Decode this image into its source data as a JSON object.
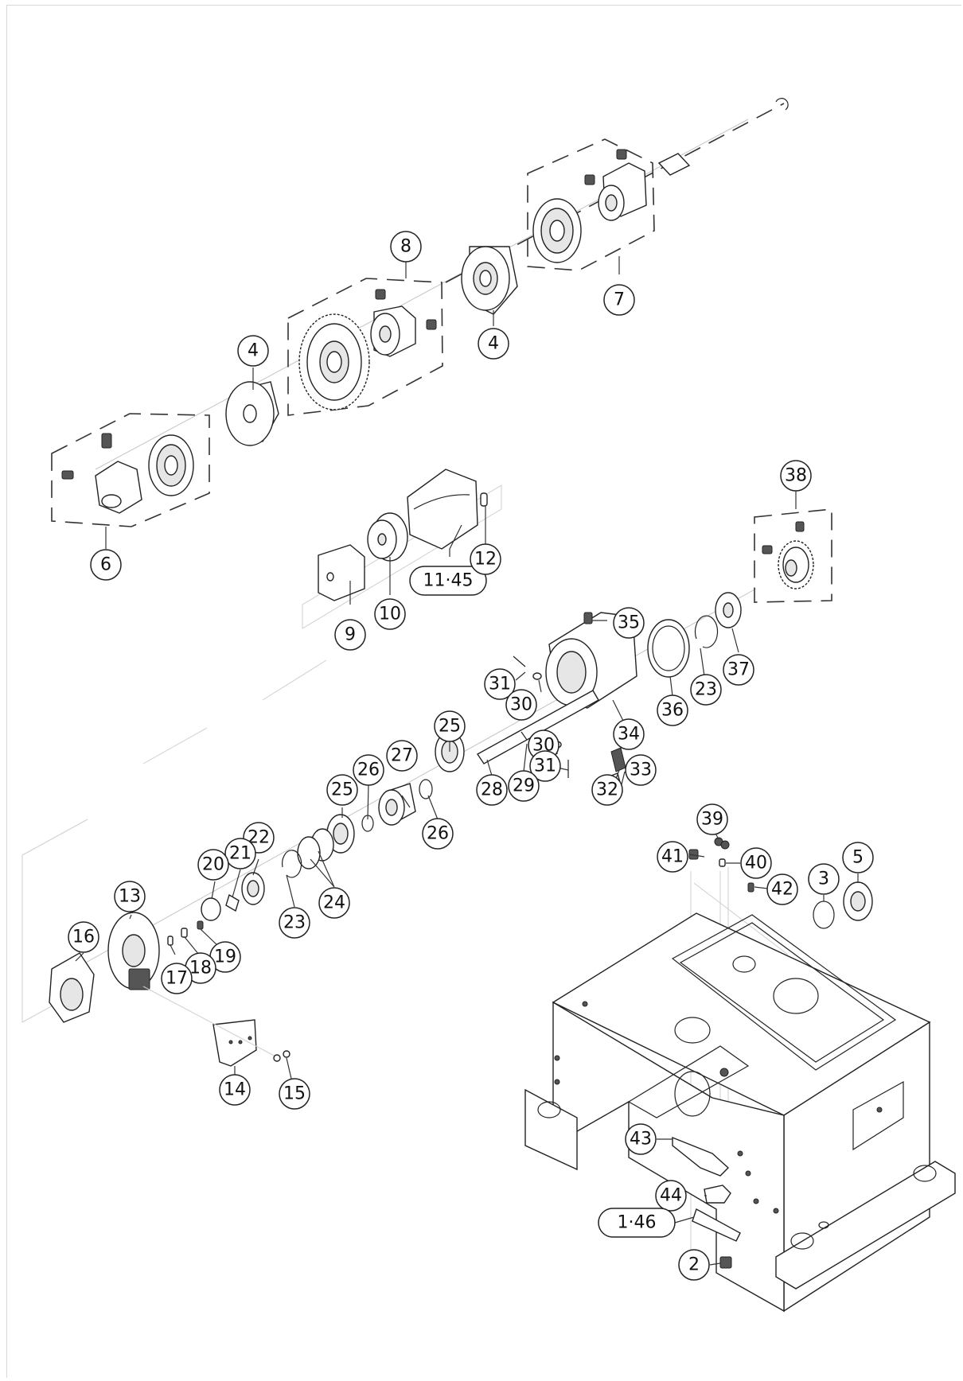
{
  "labels": {
    "p1_46": "1·46",
    "p2": "2",
    "p3": "3",
    "p4a": "4",
    "p4b": "4",
    "p5": "5",
    "p6": "6",
    "p7": "7",
    "p8": "8",
    "p9": "9",
    "p10": "10",
    "p11_45": "11·45",
    "p12": "12",
    "p13": "13",
    "p14": "14",
    "p15": "15",
    "p16": "16",
    "p17": "17",
    "p18": "18",
    "p19": "19",
    "p20": "20",
    "p21": "21",
    "p22": "22",
    "p23a": "23",
    "p23b": "23",
    "p24": "24",
    "p25a": "25",
    "p25b": "25",
    "p26a": "26",
    "p26b": "26",
    "p27": "27",
    "p28": "28",
    "p29": "29",
    "p30a": "30",
    "p30b": "30",
    "p31a": "31",
    "p31b": "31",
    "p32": "32",
    "p33": "33",
    "p34": "34",
    "p35": "35",
    "p36": "36",
    "p37": "37",
    "p38": "38",
    "p39": "39",
    "p40": "40",
    "p41": "41",
    "p42": "42",
    "p43": "43",
    "p44": "44"
  }
}
